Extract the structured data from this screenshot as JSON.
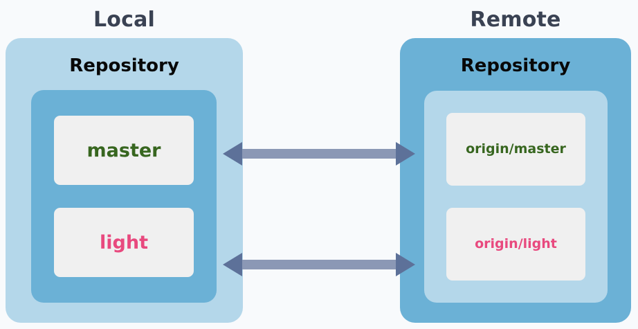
{
  "background_color": "#f8fafc",
  "palette": {
    "light_blue": "#b4d7ea",
    "medium_blue": "#6bb1d6",
    "chip_gray": "#f0f0f0",
    "title_slate": "#3a4253",
    "branch_green": "#37661f",
    "branch_pink": "#e8497e",
    "arrow_shaft": "#8b98b5",
    "arrow_head": "#5d7199"
  },
  "sections": [
    {
      "id": "local",
      "title": "Local",
      "repository_label": "Repository",
      "outer_fill": "#b4d7ea",
      "inner_fill": "#6bb1d6",
      "branches": [
        {
          "name": "master",
          "color_key": "branch_green"
        },
        {
          "name": "light",
          "color_key": "branch_pink"
        }
      ]
    },
    {
      "id": "remote",
      "title": "Remote",
      "repository_label": "Repository",
      "outer_fill": "#6bb1d6",
      "inner_fill": "#b4d7ea",
      "branches": [
        {
          "name": "origin/master",
          "color_key": "branch_green"
        },
        {
          "name": "origin/light",
          "color_key": "branch_pink"
        }
      ]
    }
  ],
  "connections": [
    {
      "id": "master-sync",
      "from": "master",
      "to": "origin/master",
      "style": "double-headed-arrow",
      "label": ""
    },
    {
      "id": "light-sync",
      "from": "light",
      "to": "origin/light",
      "style": "double-headed-arrow",
      "label": ""
    }
  ]
}
